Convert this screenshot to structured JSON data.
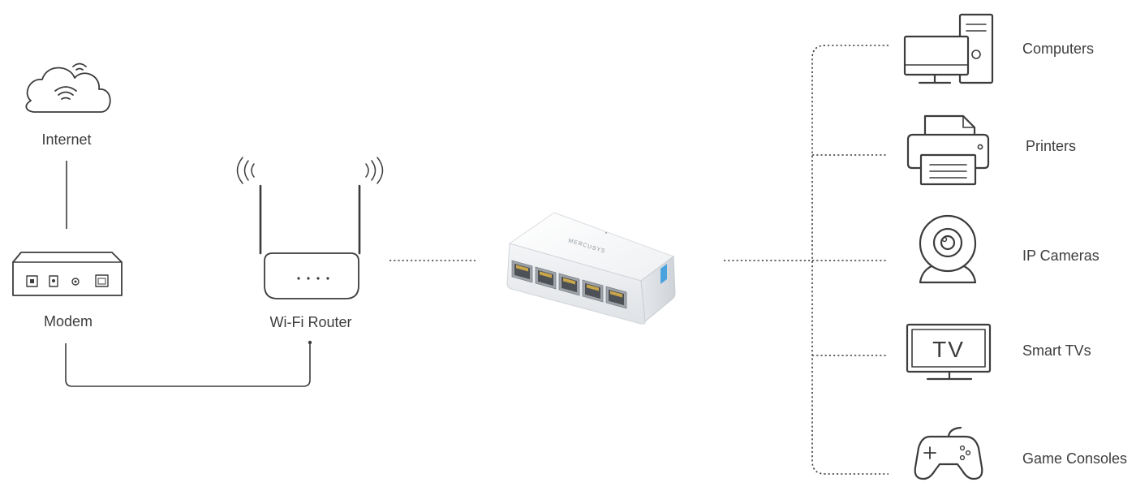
{
  "nodes": {
    "internet": {
      "label": "Internet"
    },
    "modem": {
      "label": "Modem"
    },
    "router": {
      "label": "Wi-Fi Router"
    },
    "switch": {
      "brand": "MERCUSYS",
      "accent_color": "#4aa3df"
    }
  },
  "devices": [
    {
      "label": "Computers",
      "icon": "computer-icon"
    },
    {
      "label": "Printers",
      "icon": "printer-icon"
    },
    {
      "label": "IP Cameras",
      "icon": "ip-camera-icon"
    },
    {
      "label": "Smart TVs",
      "icon": "smart-tv-icon"
    },
    {
      "label": "Game Consoles",
      "icon": "game-controller-icon"
    }
  ],
  "tv_screen_text": "TV"
}
